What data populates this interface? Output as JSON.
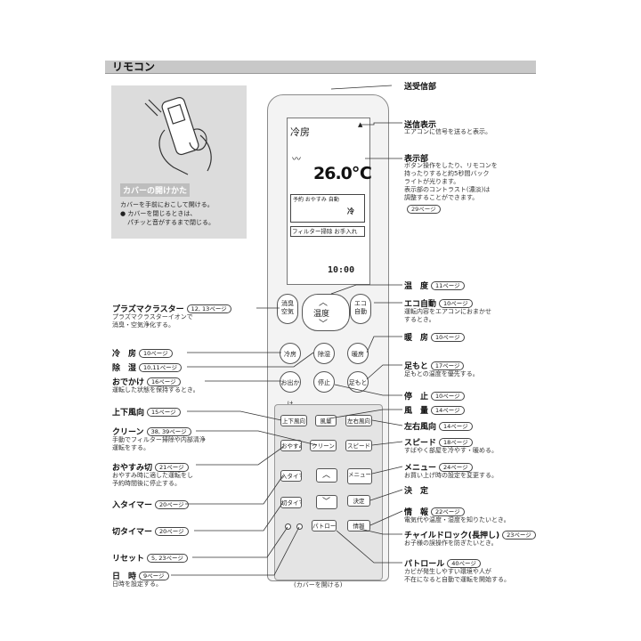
{
  "header": {
    "title": "リモコン"
  },
  "panel": {
    "title": "カバーの開けかた",
    "line1": "カバーを手前におこして開ける。",
    "line2": "● カバーを閉じるときは、",
    "line3": "パチッと音がするまで閉じる。"
  },
  "screen": {
    "mode": "冷房",
    "send_mark": "▲",
    "fan": "〰",
    "temp": "26.0℃",
    "grid_top": "予約 おやすみ 自動",
    "grid_val": "冷",
    "filter": "フィルター掃除 お手入れ",
    "time": "10:00"
  },
  "buttons": {
    "plasma": "消臭 空気",
    "temp": "温度",
    "eco": "エコ 自動",
    "cool": "冷房",
    "dry": "除湿",
    "heat": "暖房",
    "away": "お出かけ",
    "stop": "停止",
    "feet": "足もと",
    "updown": "上下風向",
    "fanspeed": "風量",
    "leftright": "左右風向",
    "sleep": "おやすみ",
    "clean": "クリーン",
    "speed": "スピード",
    "on_timer": "入タイマー",
    "off_timer": "切タイマー",
    "set": "決定",
    "info": "情報",
    "patrol": "パトロール",
    "menu": "メニュー"
  },
  "labels": {
    "send_receive": "送受信部",
    "send_display": {
      "title": "送信表示",
      "desc": "エアコンに信号を送ると表示。"
    },
    "display": {
      "title": "表示部",
      "desc": [
        "ボタン操作をしたり、リモコンを",
        "持ったりすると約5秒間バック",
        "ライトが光ります。",
        "表示部のコントラスト(濃淡)は",
        "調整することができます。"
      ],
      "page": "29ページ"
    },
    "temp": {
      "title": "温　度",
      "page": "11ページ"
    },
    "eco": {
      "title": "エコ自動",
      "page": "10ページ",
      "desc": [
        "運転内容をエアコンにおまかせ",
        "するとき。"
      ]
    },
    "heat": {
      "title": "暖　房",
      "page": "10ページ"
    },
    "feet": {
      "title": "足もと",
      "page": "17ページ",
      "desc": "足もとの温度を優先する。"
    },
    "stop": {
      "title": "停　止",
      "page": "10ページ"
    },
    "fan": {
      "title": "風　量",
      "page": "14ページ"
    },
    "leftright": {
      "title": "左右風向",
      "page": "14ページ"
    },
    "speed": {
      "title": "スピード",
      "page": "18ページ",
      "desc": "すばやく部屋を冷やす・暖める。"
    },
    "menu": {
      "title": "メニュー",
      "page": "24ページ",
      "desc": "お買い上げ時の設定を変更する。"
    },
    "set": {
      "title": "決　定"
    },
    "info": {
      "title": "情　報",
      "page": "22ページ",
      "desc": "電気代や温度・湿度を知りたいとき。"
    },
    "child": {
      "title": "チャイルドロック(長押し)",
      "page": "23ページ",
      "desc": "お子様の誤操作を防ぎたいとき。"
    },
    "patrol": {
      "title": "パトロール",
      "page": "40ページ",
      "desc": [
        "カビが発生しやすい環境や人が",
        "不在になると自動で運転を開始する。"
      ]
    },
    "plasma": {
      "title": "プラズマクラスター",
      "page": "12, 13ページ",
      "desc": [
        "プラズマクラスターイオンで",
        "消臭・空気浄化する。"
      ]
    },
    "cool": {
      "title": "冷　房",
      "page": "10ページ"
    },
    "dry": {
      "title": "除　湿",
      "page": "10,11ページ"
    },
    "away": {
      "title": "おでかけ",
      "page": "16ページ",
      "desc": "運転した状態を保持するとき。"
    },
    "updown": {
      "title": "上下風向",
      "page": "15ページ"
    },
    "clean": {
      "title": "クリーン",
      "page": "38, 39ページ",
      "desc": [
        "手動でフィルター掃除や内部清浄",
        "運転をする。"
      ]
    },
    "sleep": {
      "title": "おやすみ切",
      "page": "21ページ",
      "desc": [
        "おやすみ時に適した運転をし",
        "予約時間後に停止する。"
      ]
    },
    "on_timer": {
      "title": "入タイマー",
      "page": "20ページ"
    },
    "off_timer": {
      "title": "切タイマー",
      "page": "20ページ"
    },
    "reset": {
      "title": "リセット",
      "page": "5, 23ページ"
    },
    "clock": {
      "title": "日　時",
      "page": "9ページ",
      "desc": "日時を設定する。"
    }
  },
  "note": "(カバーを開ける)"
}
